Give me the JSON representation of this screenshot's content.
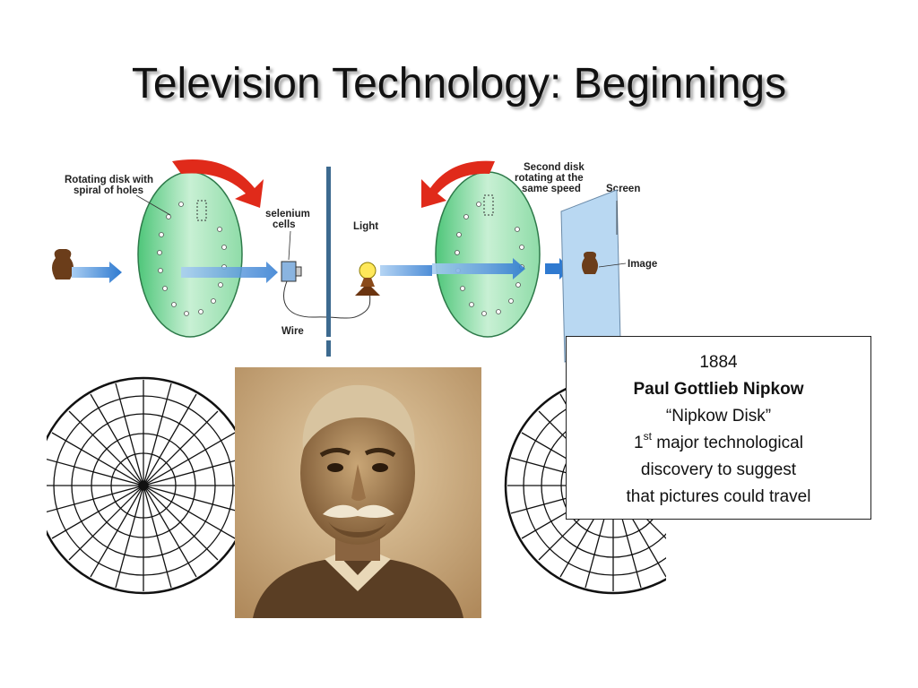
{
  "slide": {
    "title": "Television Technology: Beginnings"
  },
  "diagram": {
    "labels": {
      "rotating_disk_line1": "Rotating disk with",
      "rotating_disk_line2": "spiral of holes",
      "selenium_line1": "selenium",
      "selenium_line2": "cells",
      "light": "Light",
      "wire": "Wire",
      "second_disk_line1": "Second disk",
      "second_disk_line2": "rotating at the",
      "second_disk_line3": "same speed",
      "screen": "Screen",
      "image": "Image"
    },
    "colors": {
      "disk_green": "#7fd8a0",
      "beam_blue": "#4a90d9",
      "arrow_red": "#e02a1a",
      "screen_blue": "#b9d8f2"
    }
  },
  "infobox": {
    "year": "1884",
    "name": "Paul Gottlieb Nipkow",
    "invention": "“Nipkow Disk”",
    "line1_prefix": "1",
    "line1_sup": "st",
    "line1_rest": " major technological",
    "line2": "discovery to suggest",
    "line3": "that pictures could travel"
  }
}
